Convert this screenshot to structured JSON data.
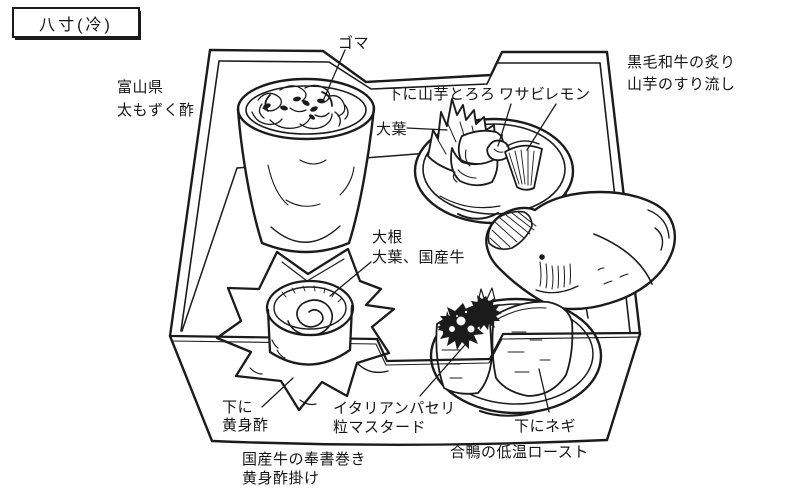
{
  "title": "八寸(冷)",
  "ink": "#1b1b1b",
  "labels": {
    "sesame": "ゴマ",
    "mozuku": [
      "富山県",
      "太もずく酢"
    ],
    "wagyu": [
      "黒毛和牛の炙り",
      "山芋のすり流し"
    ],
    "tororo": "下に山芋とろろ",
    "wasabi": "ワサビ",
    "lemon": "レモン",
    "shiso": "大葉",
    "roll_top": [
      "大根",
      "大葉、国産牛"
    ],
    "kimizu": [
      "下に",
      "黄身酢"
    ],
    "parsley": [
      "イタリアンパセリ",
      "粒マスタード"
    ],
    "negi": "下にネギ",
    "hoshomaki": [
      "国産牛の奉書巻き",
      "黄身酢掛け"
    ],
    "duck": "合鴨の低温ロースト"
  }
}
